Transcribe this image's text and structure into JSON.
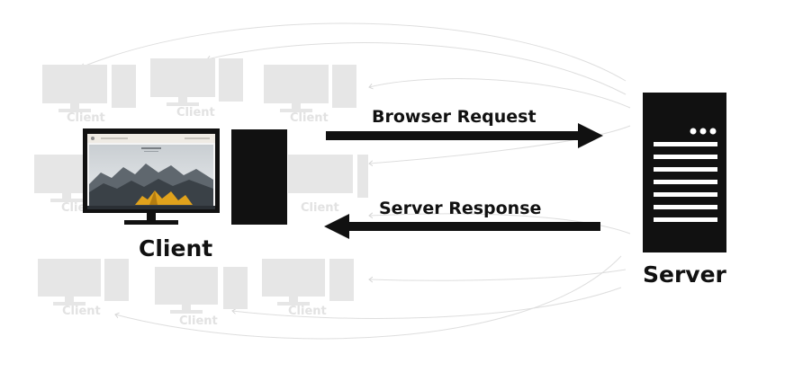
{
  "diagram": {
    "arrows": {
      "request_label": "Browser Request",
      "response_label": "Server Response"
    },
    "main_client": {
      "label": "Client"
    },
    "server": {
      "label": "Server"
    },
    "background_clients": [
      {
        "label": "Client"
      },
      {
        "label": "Client"
      },
      {
        "label": "Client"
      },
      {
        "label": "Client"
      },
      {
        "label": "Client"
      },
      {
        "label": "Client"
      },
      {
        "label": "Client"
      },
      {
        "label": "Client"
      }
    ],
    "colors": {
      "foreground": "#111111",
      "ghost": "#e6e6e6",
      "ghost_line": "#dadada",
      "mountain_gold": "#e0a21c"
    }
  }
}
